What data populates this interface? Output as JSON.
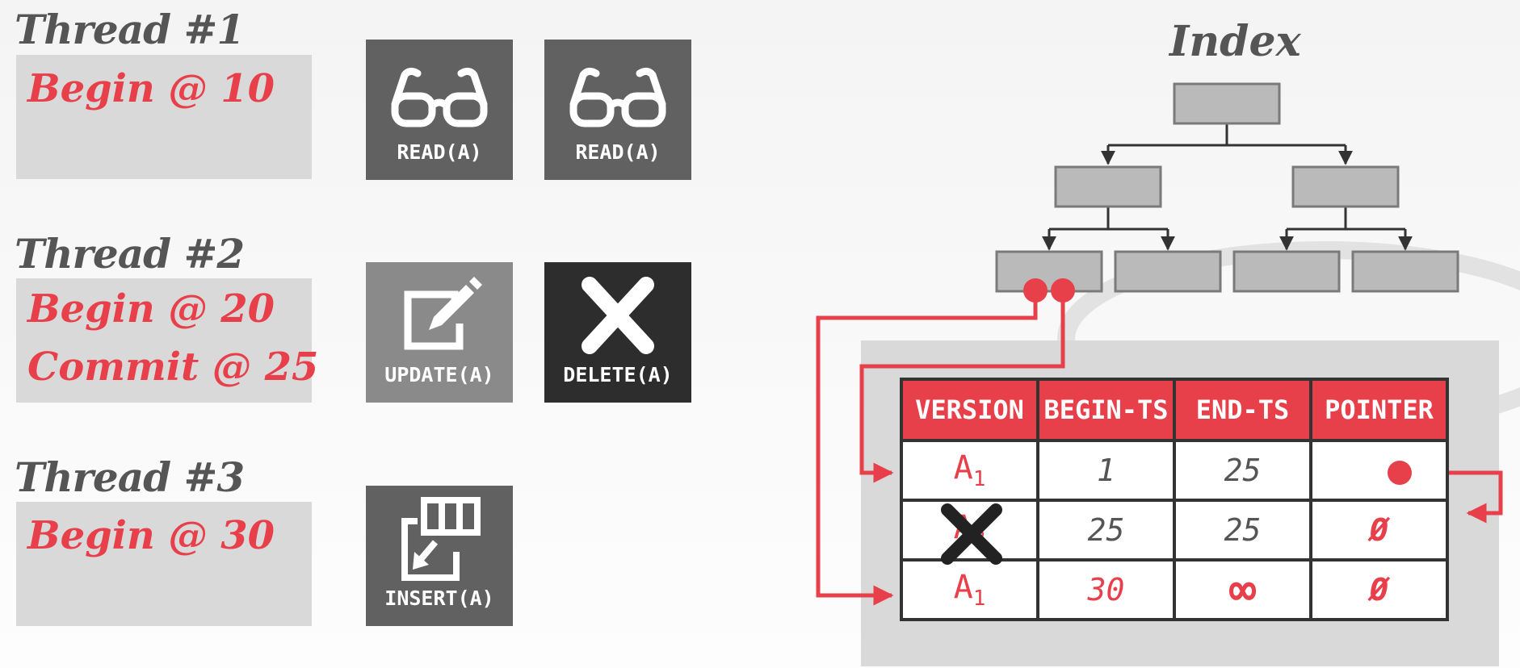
{
  "threads": [
    {
      "title": "Thread #1",
      "lines": [
        "Begin @ 10"
      ]
    },
    {
      "title": "Thread #2",
      "lines": [
        "Begin @ 20",
        "Commit @ 25"
      ]
    },
    {
      "title": "Thread #3",
      "lines": [
        "Begin @ 30"
      ]
    }
  ],
  "operations": [
    {
      "label": "READ(A)",
      "icon": "glasses-icon",
      "color": "#616161"
    },
    {
      "label": "READ(A)",
      "icon": "glasses-icon",
      "color": "#616161"
    },
    {
      "label": "UPDATE(A)",
      "icon": "edit-icon",
      "color": "#8a8a8a"
    },
    {
      "label": "DELETE(A)",
      "icon": "x-icon",
      "color": "#2d2d2d"
    },
    {
      "label": "INSERT(A)",
      "icon": "insert-icon",
      "color": "#616161"
    }
  ],
  "index": {
    "title": "Index"
  },
  "version_table": {
    "headers": [
      "VERSION",
      "BEGIN-TS",
      "END-TS",
      "POINTER"
    ],
    "rows": [
      {
        "version": "A",
        "sub": "1",
        "begin": "1",
        "end": "25",
        "pointer": "",
        "deleted": false
      },
      {
        "version": "A",
        "sub": "2",
        "begin": "25",
        "end": "25",
        "pointer": "Ø",
        "deleted": true
      },
      {
        "version": "A",
        "sub": "1",
        "begin": "30",
        "end": "∞",
        "pointer": "Ø",
        "deleted": false
      }
    ]
  },
  "colors": {
    "accent": "#e8404a",
    "tree_node": "#bababa",
    "table_border": "#333333"
  }
}
